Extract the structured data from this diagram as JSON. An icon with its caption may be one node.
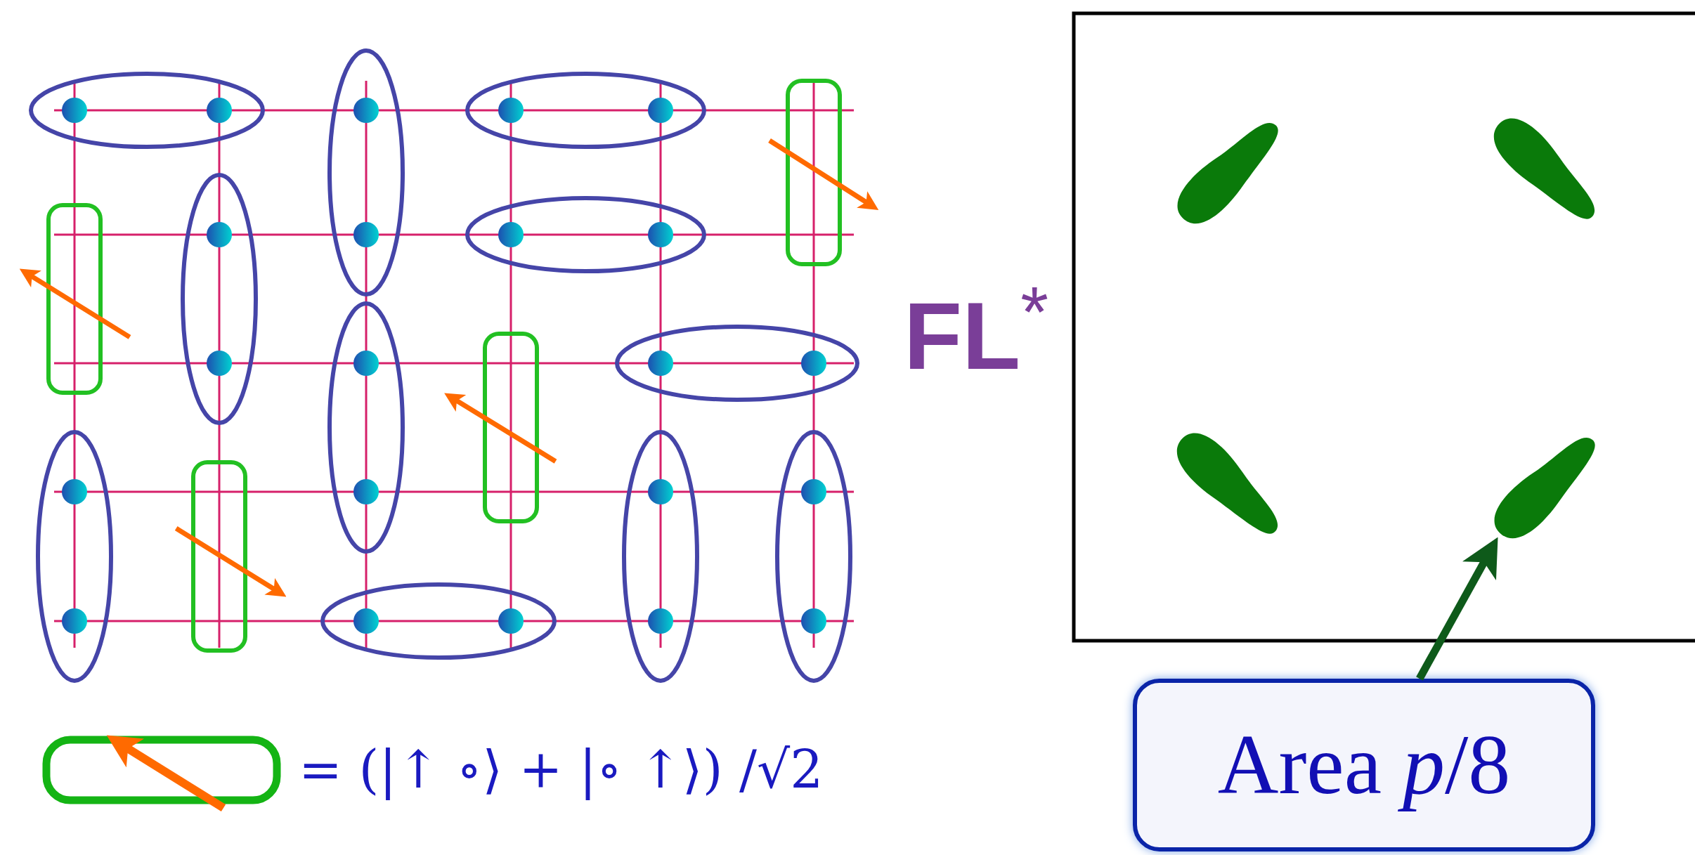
{
  "diagram": {
    "nodes": [
      {
        "text": [],
        "shape": "ellipse"
      },
      {
        "text": [],
        "shape": "ellipse"
      },
      {
        "text": [],
        "shape": "ellipse"
      },
      {
        "text": [],
        "shape": "ellipse"
      },
      {
        "text": [
          "Area *p*/8"
        ]
      }
    ],
    "edges": [
      {
        "from": 4,
        "to": 3,
        "arrow": "to"
      }
    ],
    "labels": [
      "FL$^{*}$"
    ],
    "legend": [
      {
        "text": "= (|↑ ∘⟩ + |∘ ↑⟩) /√2"
      }
    ]
  }
}
